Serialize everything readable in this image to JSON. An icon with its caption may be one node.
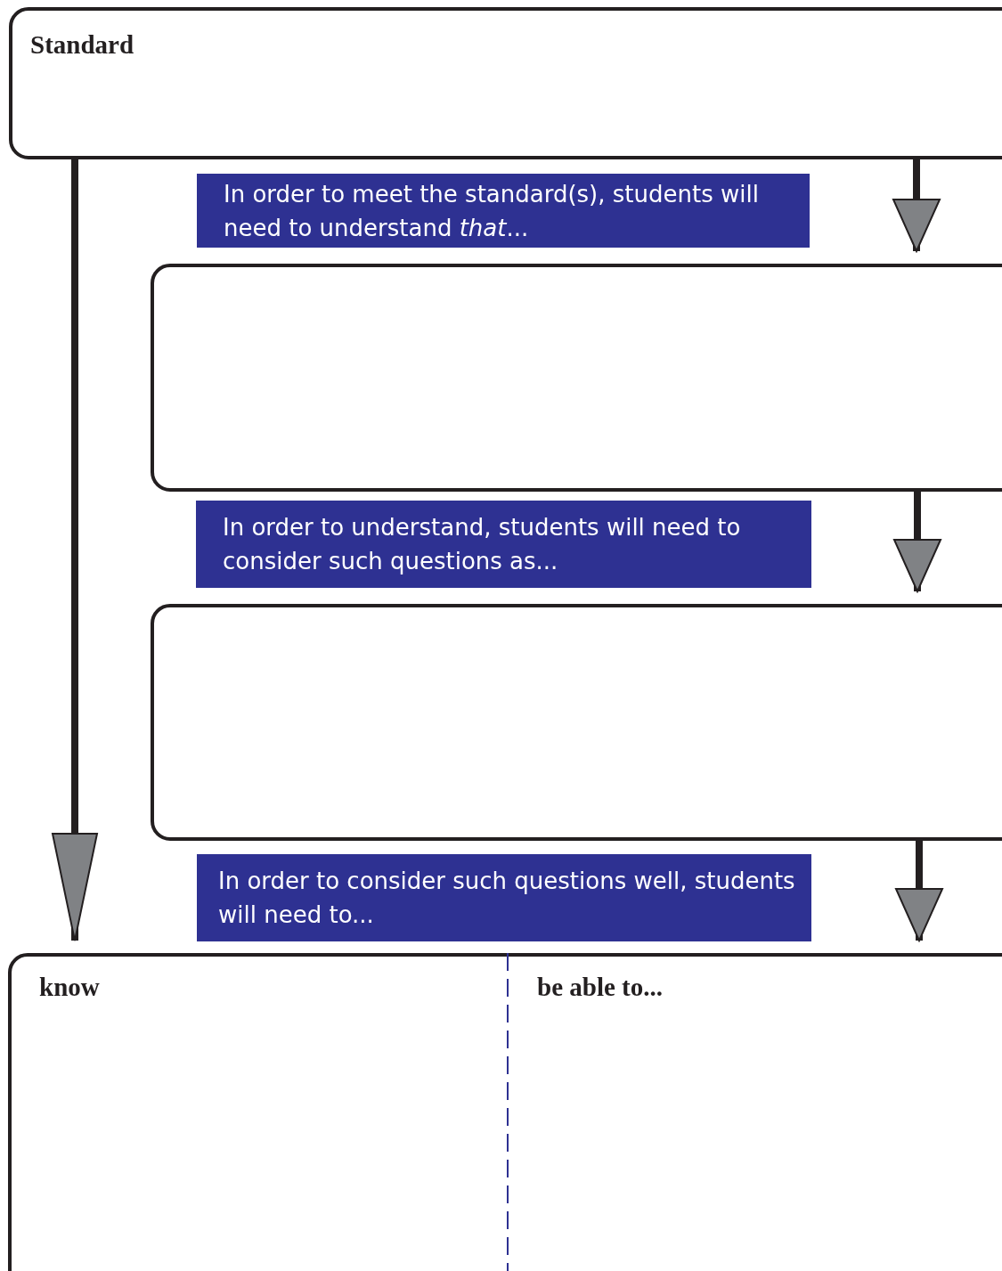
{
  "diagram": {
    "nodes": [
      {
        "text": [
          "Standard"
        ]
      },
      {
        "text": [
          "In order to meet the standard(s), students will need to understand *that*..."
        ]
      },
      {
        "text": [],
        "shape": "box"
      },
      {
        "text": [
          "In order to understand, students will need to consider such questions as..."
        ]
      },
      {
        "text": [],
        "shape": "box"
      },
      {
        "text": [
          "In order to consider such questions well, students will need to..."
        ]
      },
      {
        "text": [
          "know",
          "be able to..."
        ]
      }
    ],
    "edges": [
      {
        "from": 0,
        "to": 6,
        "arrow": "to"
      },
      {
        "from": 0,
        "to": 2,
        "arrow": "to"
      },
      {
        "from": 2,
        "to": 4,
        "arrow": "to"
      },
      {
        "from": 4,
        "to": 6,
        "arrow": "to"
      }
    ]
  }
}
